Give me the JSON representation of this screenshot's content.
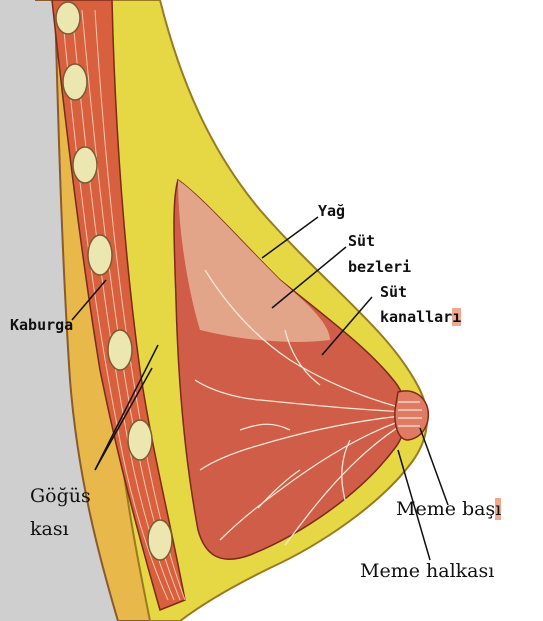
{
  "labels": {
    "yag": "Yağ",
    "sut_bezleri_1": "Süt",
    "sut_bezleri_2": "bezleri",
    "sut_kanallari_1": "Süt",
    "sut_kanallari_2": "kanallar",
    "sut_kanallari_3": "ı",
    "kaburga": "Kaburga",
    "gogus_1": "Göğüs",
    "gogus_2": "kası",
    "meme_basi_1": "Meme baş",
    "meme_basi_2": "ı",
    "meme_halkasi": "Meme halkası"
  },
  "colors": {
    "skin_gray": "#cfcfcf",
    "fat_yellow": "#e6d845",
    "muscle_red": "#d8603f",
    "gland_red": "#cf5d48",
    "highlight": "#f0a890"
  }
}
